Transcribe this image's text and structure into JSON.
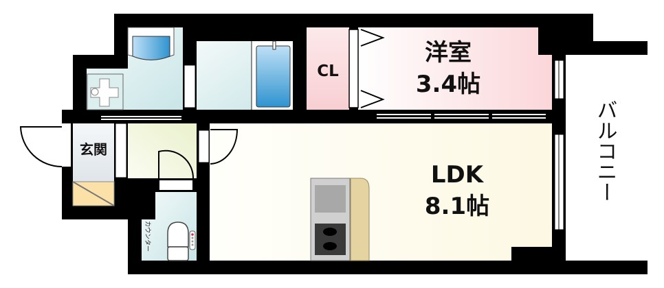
{
  "floorplan": {
    "rooms": {
      "western": {
        "name": "洋室",
        "size": "3.4帖"
      },
      "closet": {
        "name": "CL"
      },
      "ldk": {
        "name": "LDK",
        "size": "8.1帖"
      },
      "entrance": {
        "name": "玄関"
      },
      "counter": {
        "name": "カウンター"
      },
      "balcony": {
        "name": "バルコニー"
      }
    },
    "colors": {
      "wall": "#000000",
      "western": "#fbd9dc",
      "ldk": "#fdfaea",
      "wet_area": "#cfe8ea",
      "hall": "#eef3d6",
      "tub": "#4fa9d8",
      "counter_top": "#e6d3a2"
    }
  }
}
